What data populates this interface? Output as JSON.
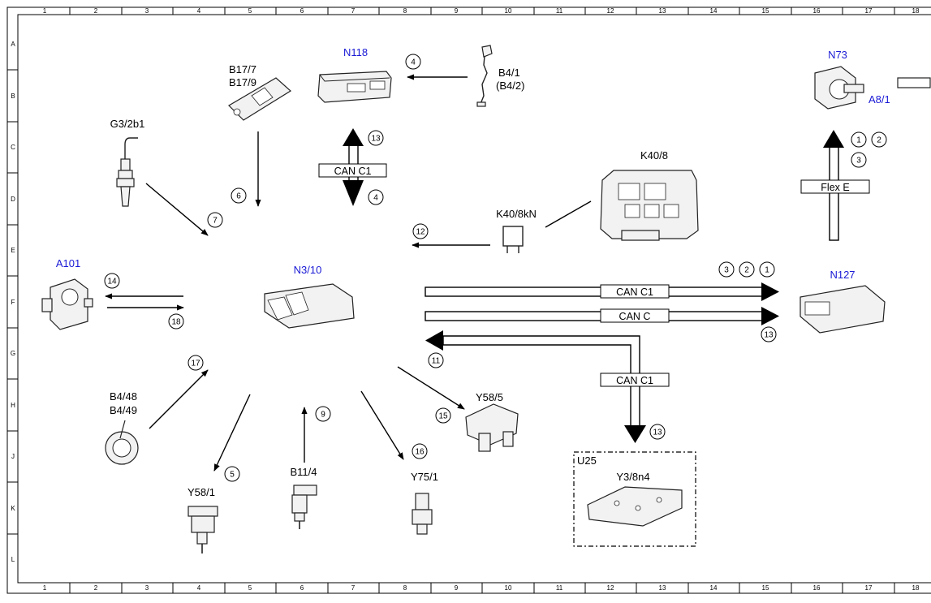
{
  "frame": {
    "columns": [
      "1",
      "2",
      "3",
      "4",
      "5",
      "6",
      "7",
      "8",
      "9",
      "10",
      "11",
      "12",
      "13",
      "14",
      "15",
      "16",
      "17",
      "18"
    ],
    "rows": [
      "A",
      "B",
      "C",
      "D",
      "E",
      "F",
      "G",
      "H",
      "J",
      "K",
      "L"
    ]
  },
  "components": {
    "n118": "N118",
    "n73": "N73",
    "a8_1": "A8/1",
    "b17_7": "B17/7",
    "b17_9": "B17/9",
    "b4_1": "B4/1",
    "b4_2": "(B4/2)",
    "g3_2b1": "G3/2b1",
    "k40_8": "K40/8",
    "k40_8kn": "K40/8kN",
    "a101": "A101",
    "n3_10": "N3/10",
    "n127": "N127",
    "b4_48": "B4/48",
    "b4_49": "B4/49",
    "y58_5": "Y58/5",
    "y58_1": "Y58/1",
    "b11_4": "B11/4",
    "y75_1": "Y75/1",
    "u25": "U25",
    "y3_8n4": "Y3/8n4"
  },
  "buses": {
    "can_c1_top": "CAN C1",
    "flex_e": "Flex E",
    "can_c1_right": "CAN C1",
    "can_c": "CAN C",
    "can_c1_lower": "CAN C1"
  },
  "markers": {
    "m4_top": "4",
    "m13_top": "13",
    "m4_bus": "4",
    "m6": "6",
    "m7": "7",
    "m12": "12",
    "m1_n73": "1",
    "m2_n73": "2",
    "m3_n73": "3",
    "m3_right": "3",
    "m2_right": "2",
    "m1_right": "1",
    "m13_right": "13",
    "m14": "14",
    "m18": "18",
    "m11": "11",
    "m17": "17",
    "m15": "15",
    "m9": "9",
    "m16": "16",
    "m5": "5",
    "m13_u25": "13"
  },
  "colors": {
    "blue_labels": "#1a1ad6",
    "lines": "#000000"
  }
}
